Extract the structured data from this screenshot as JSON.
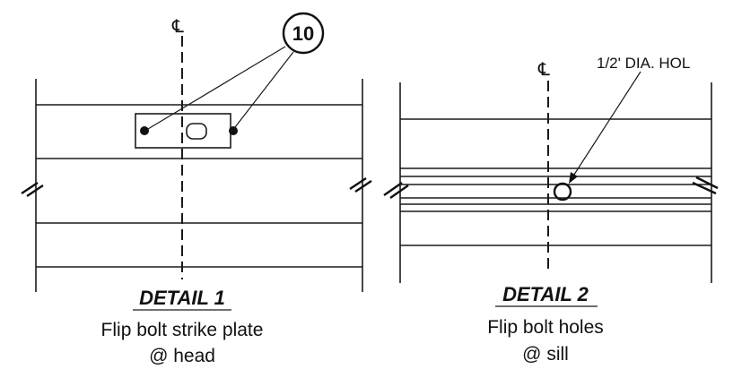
{
  "detail1": {
    "title": "DETAIL 1",
    "line1": "Flip bolt strike plate",
    "line2": "@ head",
    "keynote": "10",
    "centerline_symbol": "℄"
  },
  "detail2": {
    "title": "DETAIL 2",
    "line1": "Flip bolt holes",
    "line2": "@ sill",
    "callout": "1/2' DIA. HOL",
    "centerline_symbol": "℄"
  }
}
